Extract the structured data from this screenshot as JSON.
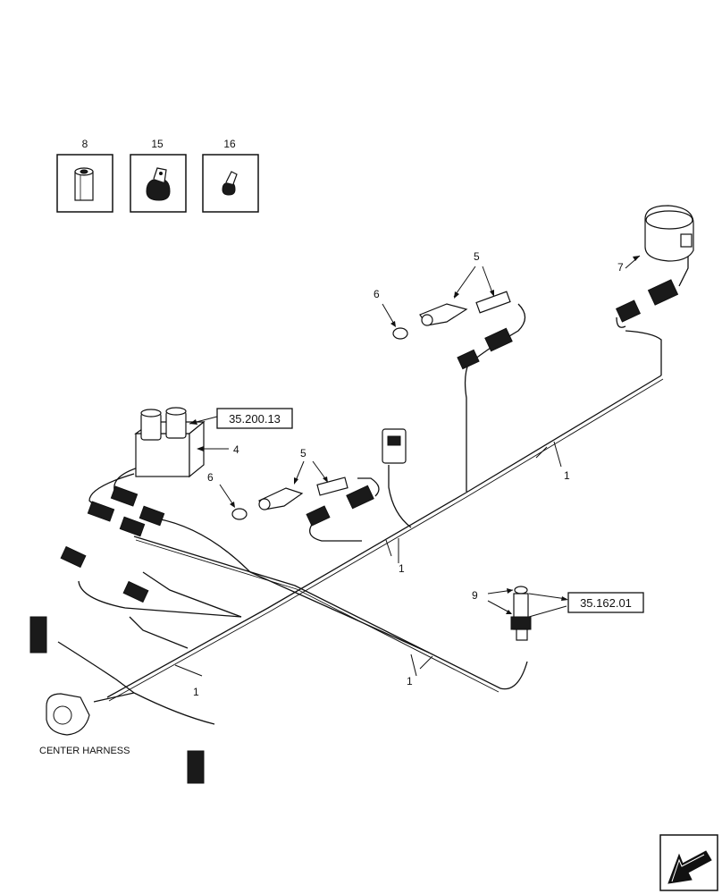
{
  "hardware_items": [
    {
      "number": "8",
      "icon": "hex-standoff-icon"
    },
    {
      "number": "15",
      "icon": "harness-clip-icon"
    },
    {
      "number": "16",
      "icon": "cable-tie-mount-icon"
    }
  ],
  "callouts": {
    "c1a": "1",
    "c1b": "1",
    "c1c": "1",
    "c1d": "1",
    "c4": "4",
    "c5a": "5",
    "c5b": "5",
    "c6a": "6",
    "c6b": "6",
    "c7": "7",
    "c9": "9"
  },
  "references": {
    "ref_a": "35.200.13",
    "ref_b": "35.162.01"
  },
  "caption": "CENTER HARNESS",
  "nav_icon": "next-page-arrow-icon"
}
